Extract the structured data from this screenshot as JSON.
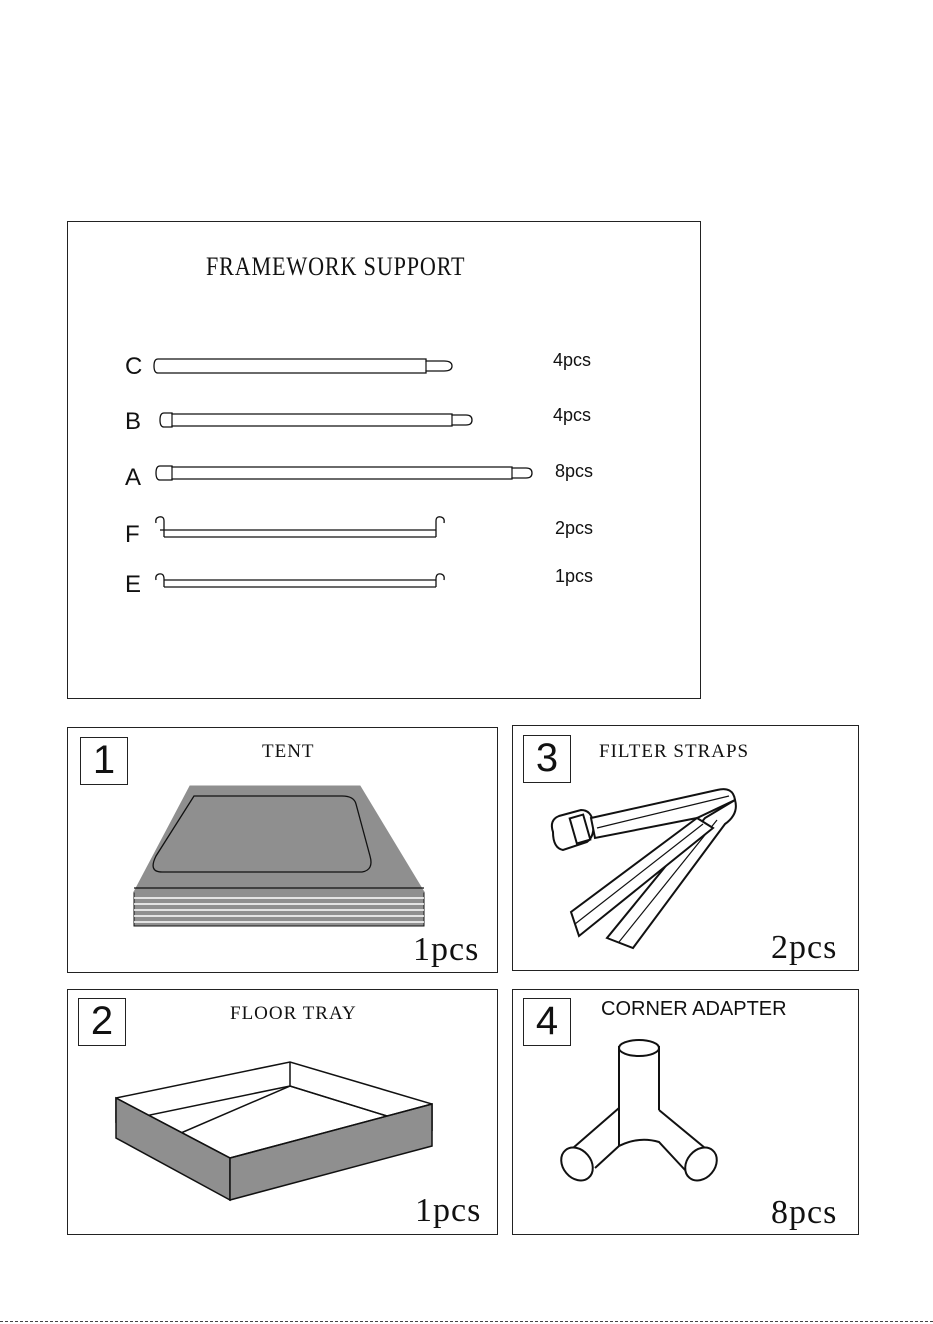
{
  "framework": {
    "title": "FRAMEWORK SUPPORT",
    "poles": [
      {
        "letter": "C",
        "qty": "4pcs"
      },
      {
        "letter": "B",
        "qty": "4pcs"
      },
      {
        "letter": "A",
        "qty": "8pcs"
      },
      {
        "letter": "F",
        "qty": "2pcs"
      },
      {
        "letter": "E",
        "qty": "1pcs"
      }
    ]
  },
  "parts": {
    "tent": {
      "number": "1",
      "title": "TENT",
      "qty": "1pcs"
    },
    "floor_tray": {
      "number": "2",
      "title": "FLOOR TRAY",
      "qty": "1pcs"
    },
    "filter_straps": {
      "number": "3",
      "title": "FILTER STRAPS",
      "qty": "2pcs"
    },
    "corner_adapter": {
      "number": "4",
      "title": "CORNER ADAPTER",
      "qty": "8pcs"
    }
  },
  "colors": {
    "fill_gray": "#8f8f8f",
    "line": "#111111"
  }
}
